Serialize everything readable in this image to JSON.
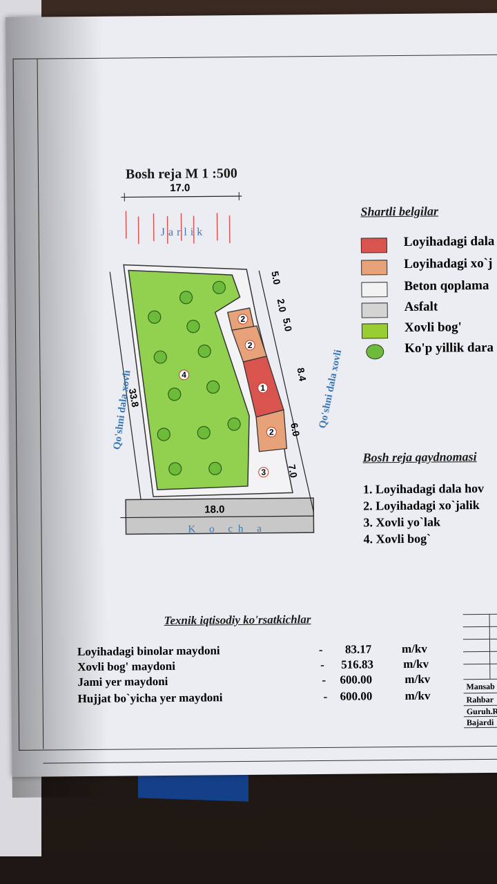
{
  "plan": {
    "title": "Bosh reja M 1 :500",
    "dims": {
      "top_width": "17.0",
      "left_length": "33.8",
      "right_a": "5.0",
      "right_b": "2.0",
      "right_c": "5.0",
      "right_d": "8.4",
      "right_e": "6.0",
      "right_f": "7.0",
      "bottom_width": "18.0"
    },
    "labels": {
      "north": "Jarlik",
      "west": "Qo'shni dala xovli",
      "east": "Qo'shni dala xovli",
      "street": "K o ch a"
    },
    "markers": [
      "1",
      "2",
      "2",
      "2",
      "3",
      "4"
    ]
  },
  "legend": {
    "title": "Shartli belgilar",
    "items": [
      {
        "label": "Loyihadagi dala",
        "color": "#d9534f"
      },
      {
        "label": "Loyihadagi xo`j",
        "color": "#e8a27a"
      },
      {
        "label": "Beton qoplama",
        "color": "#f2f2f2"
      },
      {
        "label": "Asfalt",
        "color": "#d4d4d4"
      },
      {
        "label": "Xovli bog'",
        "color": "#9acd32"
      },
      {
        "label": "Ko'p yillik dara",
        "color": "#6dbb3a"
      }
    ]
  },
  "explication": {
    "title": "Bosh reja qaydnomasi",
    "items": [
      "1. Loyihadagi dala hov",
      "2. Loyihadagi xo`jalik",
      "3. Xovli yo`lak",
      "4. Xovli bog`"
    ]
  },
  "tech": {
    "title": "Texnik iqtisodiy ko'rsatkichlar",
    "rows": [
      {
        "name": "Loyihadagi binolar maydoni",
        "dash": "-",
        "value": "83.17",
        "unit": "m/kv"
      },
      {
        "name": "Xovli bog' maydoni",
        "dash": "-",
        "value": "516.83",
        "unit": "m/kv"
      },
      {
        "name": "Jami yer maydoni",
        "dash": "-",
        "value": "600.00",
        "unit": "m/kv"
      },
      {
        "name": "Hujjat bo`yicha yer maydoni",
        "dash": "-",
        "value": "600.00",
        "unit": "m/kv"
      }
    ]
  },
  "stamp": {
    "labels": [
      "Mansab",
      "Rahbar",
      "Guruh.R",
      "Bajardi"
    ]
  }
}
